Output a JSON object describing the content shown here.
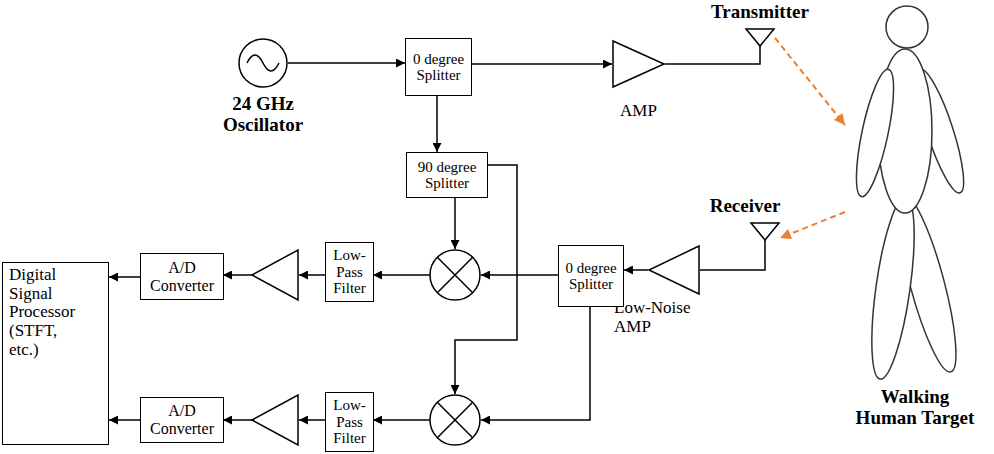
{
  "diagram": {
    "nodes": [
      {
        "text": [
          "24 GHz Oscillator"
        ]
      },
      {
        "text": [
          "0 degree Splitter"
        ]
      },
      {
        "text": [
          "AMP"
        ]
      },
      {
        "text": [
          "Transmitter"
        ]
      },
      {
        "text": [
          "Walking Human Target"
        ]
      },
      {
        "text": [
          "90 degree Splitter"
        ]
      },
      {
        "text": [
          "Receiver"
        ]
      },
      {
        "text": [
          "Low-Noise AMP"
        ]
      },
      {
        "text": [
          "0 degree Splitter"
        ]
      },
      {
        "text": [
          "Digital Signal Processor (STFT, etc.)"
        ]
      },
      {
        "text": [
          "A/D Converter"
        ]
      },
      {
        "text": [
          "Low-Pass Filter"
        ]
      },
      {
        "text": [
          "A/D Converter"
        ]
      },
      {
        "text": [
          "Low-Pass Filter"
        ]
      }
    ],
    "edges": [
      {
        "from": 0,
        "to": 1,
        "arrow": "to"
      },
      {
        "from": 1,
        "to": 2,
        "arrow": "to"
      },
      {
        "from": 2,
        "to": 3,
        "arrow": "none"
      },
      {
        "from": 3,
        "to": 4,
        "arrow": "to"
      },
      {
        "from": 4,
        "to": 6,
        "arrow": "to"
      },
      {
        "from": 6,
        "to": 7,
        "arrow": "none"
      },
      {
        "from": 7,
        "to": 8,
        "arrow": "to"
      },
      {
        "from": 1,
        "to": 5,
        "arrow": "to"
      },
      {
        "from": 10,
        "to": 9,
        "arrow": "to"
      },
      {
        "from": 12,
        "to": 9,
        "arrow": "to"
      }
    ]
  }
}
